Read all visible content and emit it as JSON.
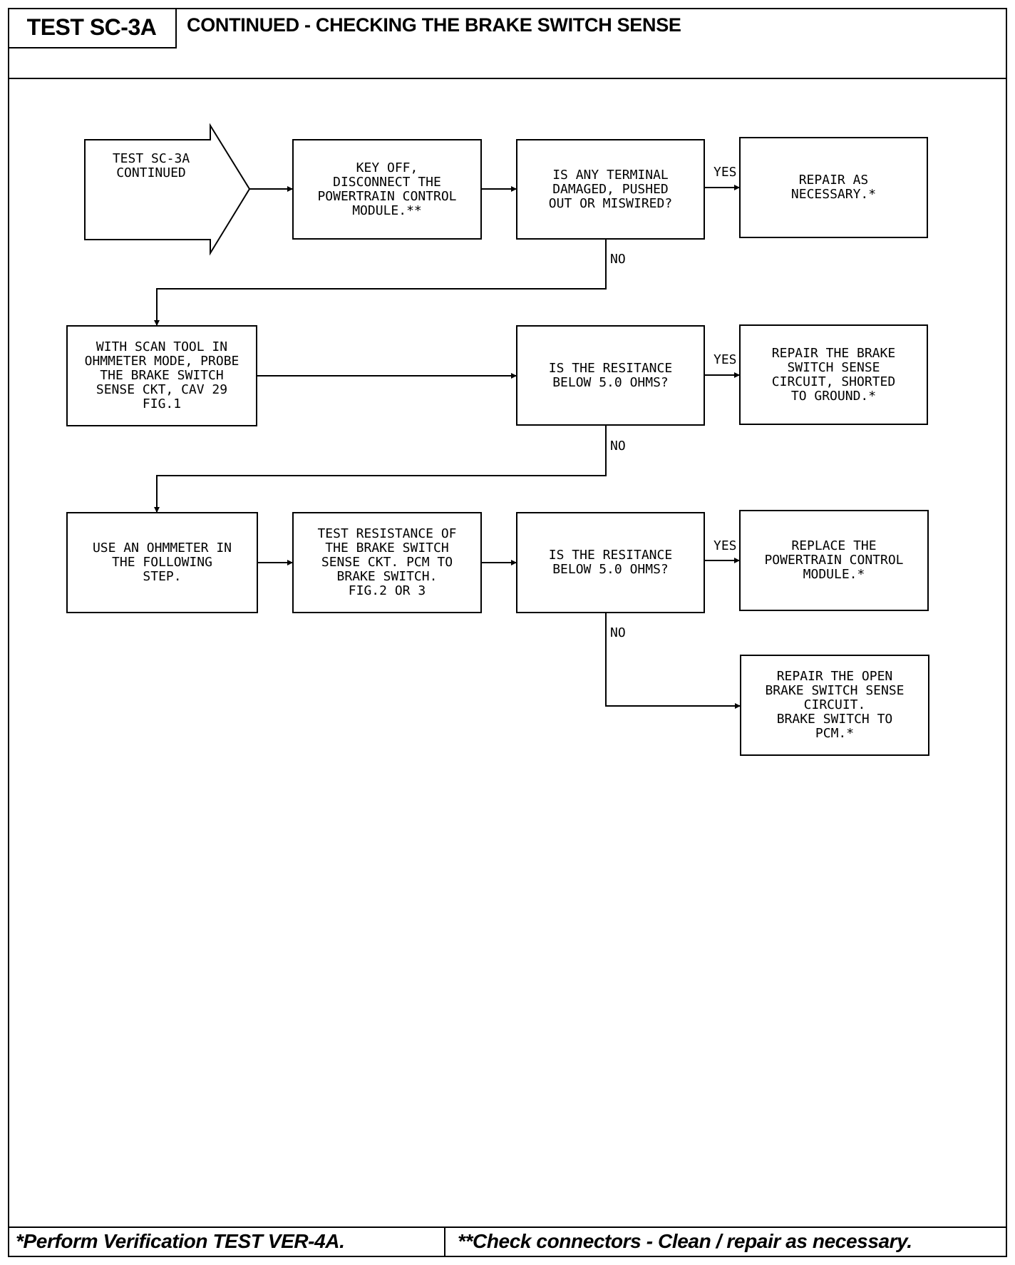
{
  "header": {
    "test_id": "TEST SC-3A",
    "title": "CONTINUED - CHECKING THE BRAKE SWITCH SENSE"
  },
  "flowchart": {
    "start": "TEST SC-3A\nCONTINUED",
    "step_key_off": "KEY OFF,\nDISCONNECT THE\nPOWERTRAIN CONTROL\nMODULE.**",
    "q_terminal": "IS ANY TERMINAL\nDAMAGED, PUSHED\nOUT OR MISWIRED?",
    "r_repair": "REPAIR AS\nNECESSARY.*",
    "step_scan_tool": "WITH SCAN TOOL IN\nOHMMETER MODE, PROBE\nTHE BRAKE SWITCH\nSENSE CKT, CAV 29\nFIG.1",
    "q_resistance_1": "IS THE RESITANCE\nBELOW 5.0 OHMS?",
    "r_short": "REPAIR THE BRAKE\nSWITCH SENSE\nCIRCUIT, SHORTED\nTO GROUND.*",
    "step_ohmmeter": "USE AN OHMMETER IN\nTHE FOLLOWING\nSTEP.",
    "step_test_resistance": "TEST RESISTANCE OF\nTHE BRAKE SWITCH\nSENSE CKT. PCM TO\nBRAKE SWITCH.\nFIG.2 OR 3",
    "q_resistance_2": "IS THE RESITANCE\nBELOW 5.0 OHMS?",
    "r_replace_pcm": "REPLACE THE\nPOWERTRAIN CONTROL\nMODULE.*",
    "r_open": "REPAIR THE OPEN\nBRAKE SWITCH SENSE\nCIRCUIT.\nBRAKE SWITCH TO\nPCM.*",
    "yes_label": "YES",
    "no_label": "NO"
  },
  "footer": {
    "note_1": "*Perform Verification TEST VER-4A.",
    "note_2": "**Check connectors - Clean / repair as necessary."
  }
}
